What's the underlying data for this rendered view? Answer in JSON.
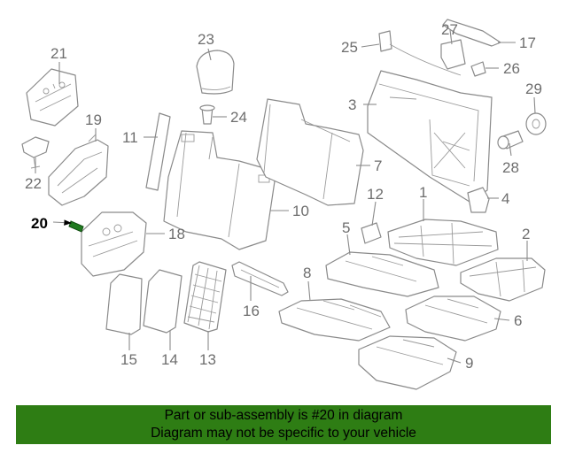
{
  "diagram": {
    "highlighted_part": "20",
    "highlight_color": "#1f7a1f",
    "callouts": [
      "1",
      "2",
      "3",
      "4",
      "5",
      "6",
      "7",
      "8",
      "9",
      "10",
      "11",
      "12",
      "13",
      "14",
      "15",
      "16",
      "17",
      "18",
      "19",
      "20",
      "21",
      "22",
      "23",
      "24",
      "25",
      "26",
      "27",
      "28",
      "29"
    ]
  },
  "banner": {
    "line1": "Part or sub-assembly is #20 in diagram",
    "line2": "Diagram may not be specific to your vehicle",
    "background": "#2e7d14"
  }
}
